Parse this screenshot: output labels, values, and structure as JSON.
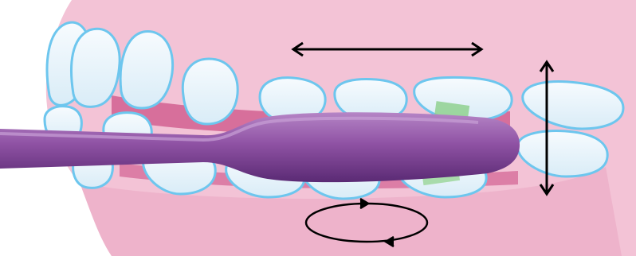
{
  "illustration": {
    "subject": "toothbrush-brushing-motion",
    "colors": {
      "background": "#ffffff",
      "gum_light": "#f2bdd2",
      "gum_mid": "#eaa0c0",
      "gum_dark": "#c0266a",
      "tooth_fill": "#eaf4fb",
      "tooth_outline": "#6dc6ee",
      "brush_fill": "#8b4f9f",
      "brush_highlight": "#b27ac4",
      "brush_shadow": "#55266e",
      "bristle_green": "#8cd08a",
      "arrow": "#000000"
    },
    "motions": [
      {
        "kind": "horizontal-double-arrow",
        "icon": "horizontal-arrow-icon"
      },
      {
        "kind": "vertical-double-arrow",
        "icon": "vertical-arrow-icon"
      },
      {
        "kind": "circular-arrow",
        "icon": "circular-arrow-icon"
      }
    ]
  }
}
